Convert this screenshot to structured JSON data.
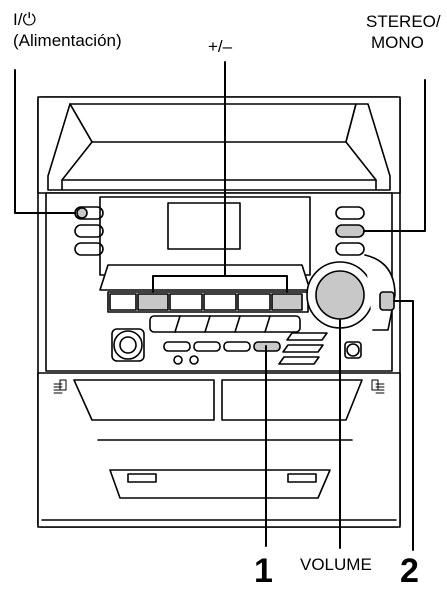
{
  "labels": {
    "power_symbol": "I/⏻",
    "power_caption": "(Alimentación)",
    "plus_minus": "+/–",
    "stereo_line1": "STEREO/",
    "stereo_line2": "MONO",
    "volume": "VOLUME",
    "callout_1": "1",
    "callout_2": "2"
  },
  "colors": {
    "line": "#000000",
    "highlight": "#c8c8c8",
    "background": "#ffffff"
  }
}
